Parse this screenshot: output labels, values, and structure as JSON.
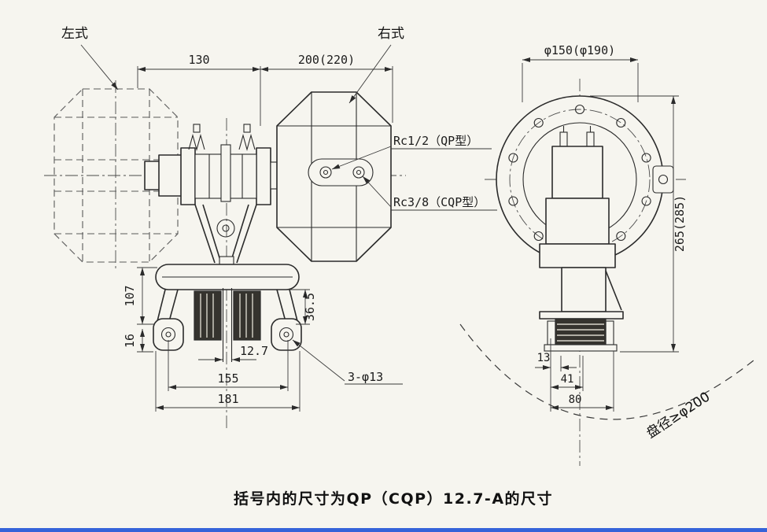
{
  "page": {
    "background": "#f6f5ef",
    "accent_bar": "#3563d9"
  },
  "caption": "括号内的尺寸为QP（CQP）12.7-A的尺寸",
  "labels": {
    "left_type": "左式",
    "right_type": "右式",
    "rc_qp": "Rc1/2（QP型）",
    "rc_cqp": "Rc3/8（CQP型）",
    "bolt_holes": "3-φ13",
    "disc_diameter": "盘径≥φ200"
  },
  "dims": {
    "d130": "130",
    "d200": "200(220)",
    "flange": "φ150(φ190)",
    "height": "265(285)",
    "d107": "107",
    "d36_5": "36.5",
    "d16": "16",
    "d12_7": "12.7",
    "d155": "155",
    "d181": "181",
    "d13": "13",
    "d41": "41",
    "d80": "80"
  }
}
